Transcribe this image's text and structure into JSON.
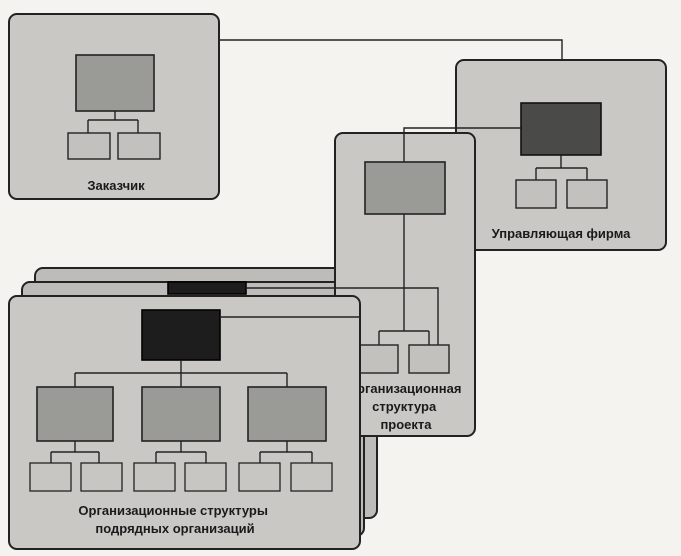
{
  "diagram": {
    "customer_label": "Заказчик",
    "management_label": "Управляющая фирма",
    "project_label_lines": [
      "Организационная",
      "структура",
      "проекта"
    ],
    "contractors_label_lines": [
      "Организационные структуры",
      "подрядных организаций"
    ]
  }
}
